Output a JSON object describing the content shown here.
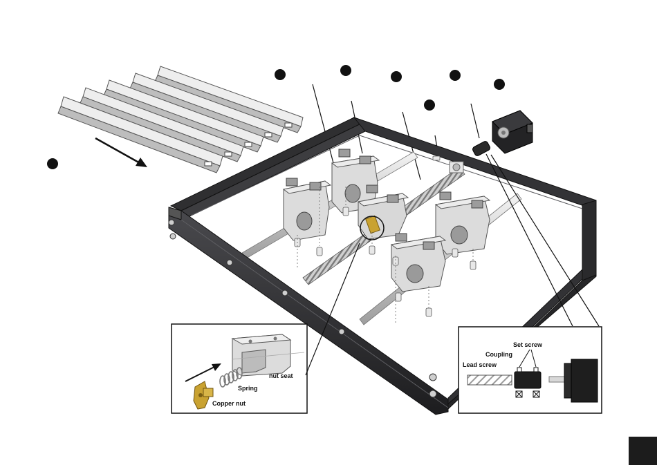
{
  "callouts": {
    "nut_detail": {
      "copper_nut": "Copper nut",
      "spring": "Spring",
      "nut_seat": "nut seat"
    },
    "coupling_detail": {
      "lead_screw": "Lead screw",
      "coupling": "Coupling",
      "set_screw": "Set screw"
    }
  },
  "colors": {
    "frame": "#2b2b2d",
    "frame_highlight": "#4a4a4e",
    "rail": "#e3e3e3",
    "bearing_block": "#d6d6d6",
    "brass": "#c9a231",
    "motor": "#1e1e1e",
    "marker": "#111111"
  }
}
